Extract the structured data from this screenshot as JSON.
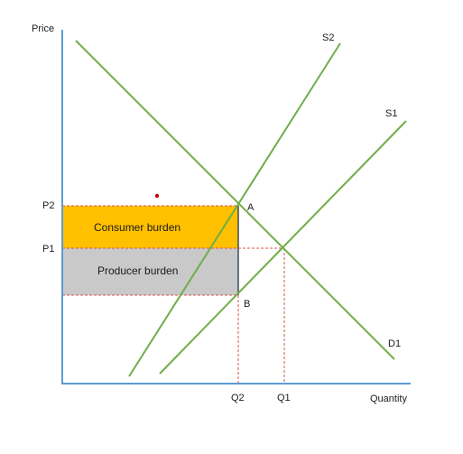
{
  "axes": {
    "y_label": "Price",
    "x_label": "Quantity"
  },
  "curves": {
    "s1": "S1",
    "s2": "S2",
    "d1": "D1"
  },
  "price_levels": {
    "p1": "P1",
    "p2": "P2"
  },
  "quantity_levels": {
    "q1": "Q1",
    "q2": "Q2"
  },
  "points": {
    "a": "A",
    "b": "B"
  },
  "regions": {
    "consumer": "Consumer burden",
    "producer": "Producer burden"
  },
  "colors": {
    "axis": "#5b9bd5",
    "curve": "#70ad47",
    "guide": "#d9534f",
    "consumer_fill": "#ffc000",
    "producer_fill": "#c9c9c9",
    "divider": "#3a4a5a",
    "dot": "#cc0000"
  }
}
